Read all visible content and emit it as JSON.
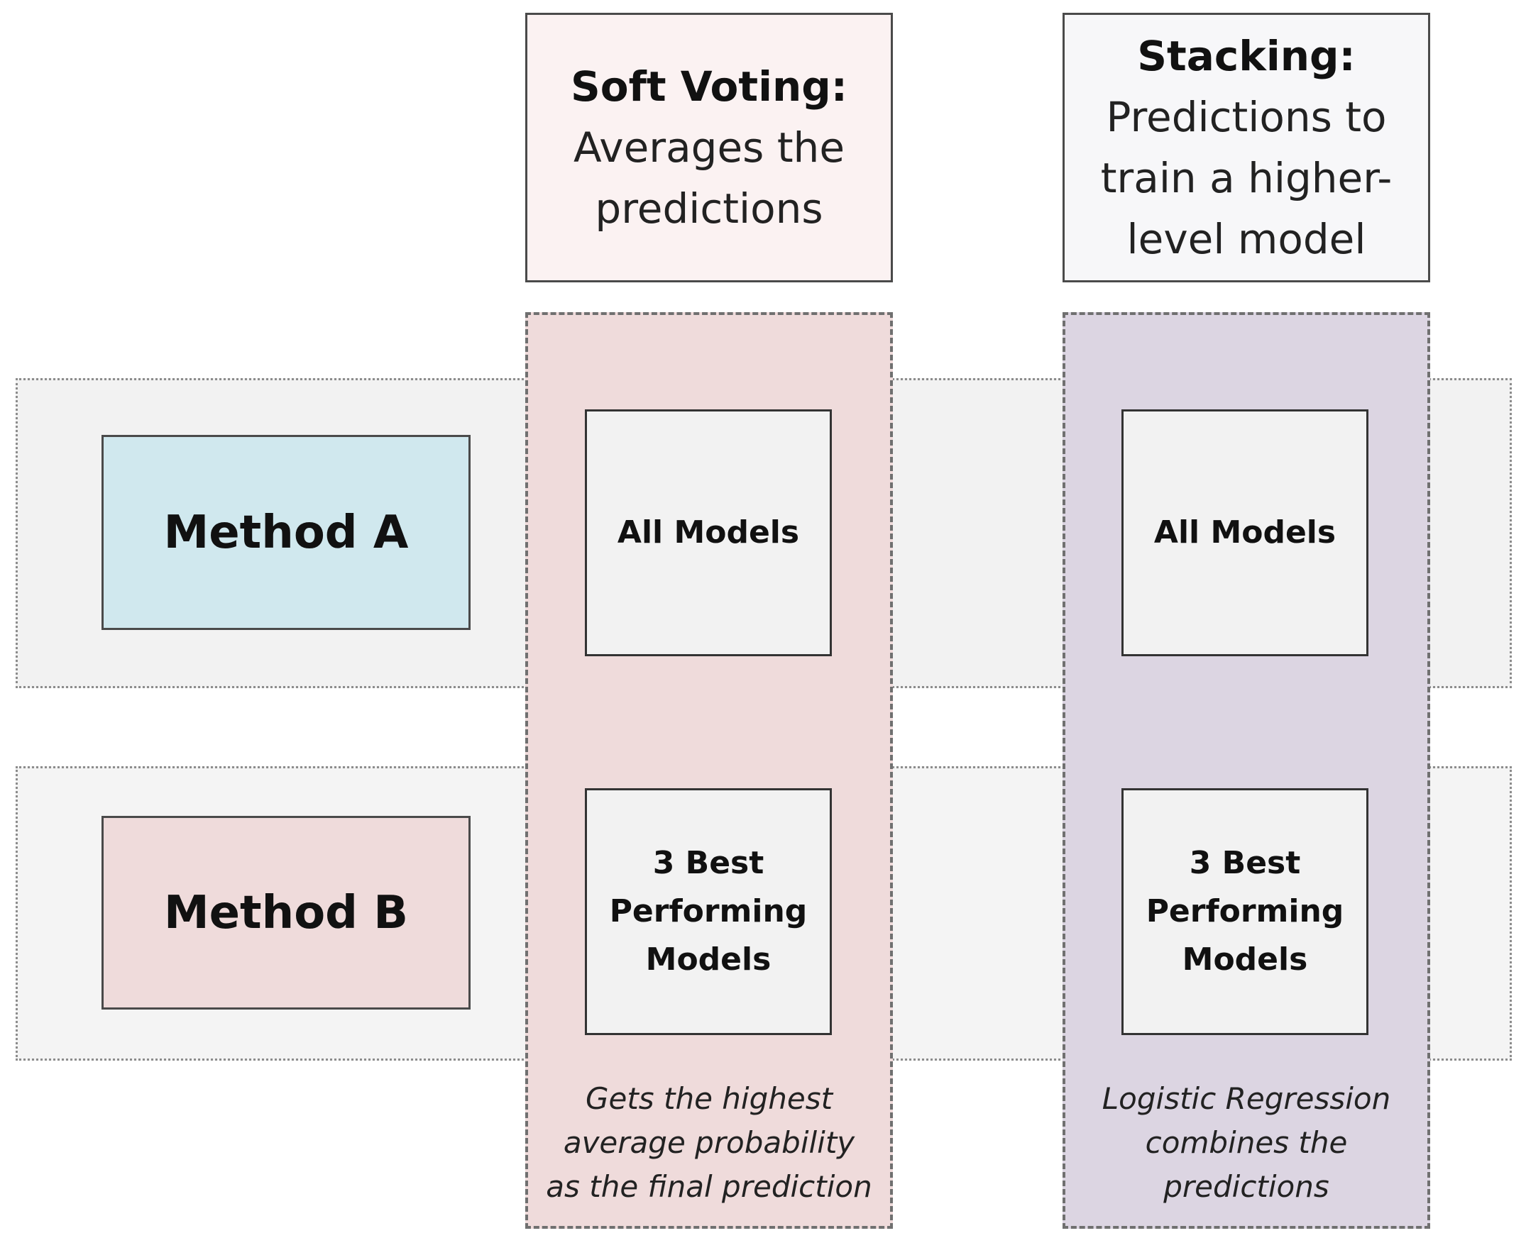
{
  "headers": {
    "soft_voting": {
      "title": "Soft Voting:",
      "description": "Averages the\npredictions"
    },
    "stacking": {
      "title": "Stacking:",
      "description": "Predictions to\ntrain a higher-\nlevel model"
    }
  },
  "methods": {
    "a": "Method A",
    "b": "Method B"
  },
  "soft_voting": {
    "all_models": "All Models",
    "best_models": "3 Best\nPerforming\nModels",
    "note": "Gets the highest\naverage probability\nas the final prediction"
  },
  "stacking": {
    "all_models": "All Models",
    "best_models": "3 Best\nPerforming\nModels",
    "note": "Logistic Regression\ncombines the\npredictions"
  },
  "colors": {
    "method_a_fill": "#d0e8ee",
    "method_b_fill": "#efdbdb",
    "soft_voting_column": "#efdbdb",
    "stacking_column": "#dcd5e2",
    "row_band": "#f2f2f2"
  }
}
